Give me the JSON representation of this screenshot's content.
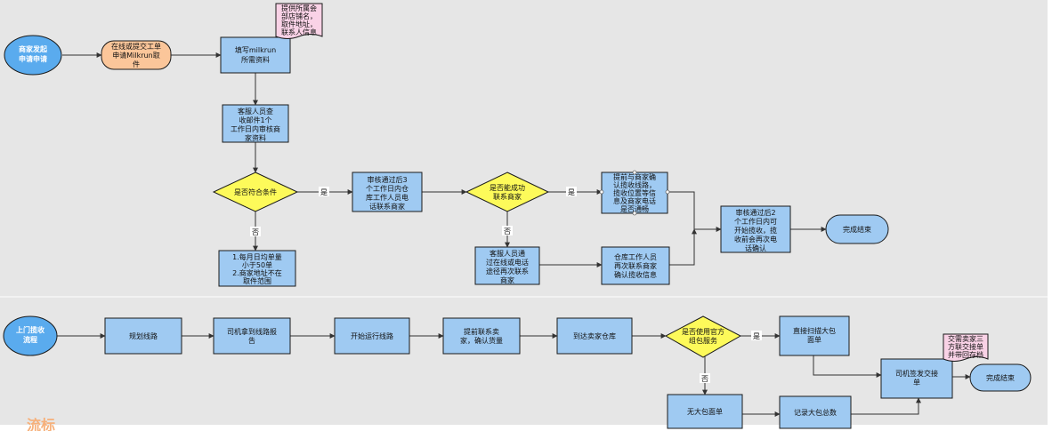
{
  "flow1": {
    "start": [
      "商家发起",
      "申请申请"
    ],
    "apply": [
      "在线或提交工单",
      "申请Milkrun取",
      "件"
    ],
    "fill": [
      "填写milkrun",
      "所需资料"
    ],
    "note_top": [
      "提供所属会",
      "部店铺名，",
      "取件地址，",
      "联系人信息"
    ],
    "review": [
      "客服人员查",
      "收邮件1个",
      "工作日内审核商",
      "家资料"
    ],
    "cond1": "是否符合条件",
    "yes1": "是",
    "no1": "否",
    "reject": [
      "1.每月日均单量",
      "小于50单",
      "2.商家地址不在",
      "取件范围"
    ],
    "contact": [
      "审核通过后3",
      "个工作日内仓",
      "库工作人员电",
      "话联系商家"
    ],
    "cond2": [
      "是否能成功",
      "联系商家"
    ],
    "yes2": "是",
    "no2": "否",
    "confirm": [
      "提前与商家确",
      "认揽收线路，",
      "揽收位置等信",
      "息及商家电话",
      "是否通畅"
    ],
    "cs_retry": [
      "客服人员通",
      "过在线或电话",
      "途径再次联系",
      "商家"
    ],
    "wh_retry": [
      "仓库工作人员",
      "再次联系商家",
      "确认揽收信息"
    ],
    "approved": [
      "审核通过后2",
      "个工作日内可",
      "开始揽收，揽",
      "收前会再次电",
      "话确认"
    ],
    "end": "完成结束"
  },
  "flow2": {
    "start": [
      "上门揽收",
      "流程"
    ],
    "plan": "规划线路",
    "driver": [
      "司机拿到线路报",
      "告"
    ],
    "run": "开始运行线路",
    "precontact": [
      "提前联系卖",
      "家，确认货量"
    ],
    "arrive": "到达卖家仓库",
    "cond": [
      "是否使用官方",
      "组包服务"
    ],
    "yes": "是",
    "no": "否",
    "scan": [
      "直接扫描大包",
      "面单"
    ],
    "nobig": "无大包面单",
    "record": "记录大包总数",
    "handover": [
      "司机签发交接",
      "单"
    ],
    "note": [
      "交需卖家三",
      "方联交接单",
      "并带回存档"
    ],
    "end": "完成结束"
  },
  "deco_text": "流标"
}
